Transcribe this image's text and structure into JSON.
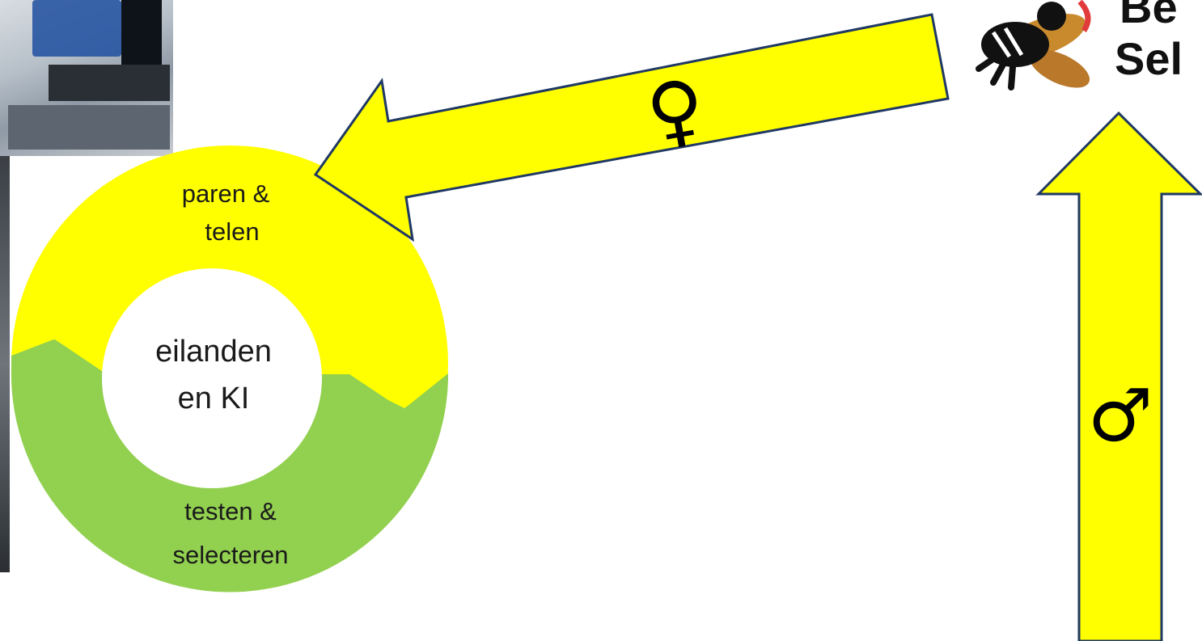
{
  "cycle": {
    "top_label": [
      "paren &",
      "telen"
    ],
    "center_label": [
      "eilanden",
      "en KI"
    ],
    "bottom_label": [
      "testen &",
      "selecteren"
    ]
  },
  "arrows": {
    "female_symbol": "♀",
    "male_symbol": "♂"
  },
  "logo": {
    "text_line1": "Be",
    "text_line2": "Sel"
  },
  "colors": {
    "yellow": "#ffff00",
    "green": "#92d050",
    "outline": "#1f3864"
  }
}
